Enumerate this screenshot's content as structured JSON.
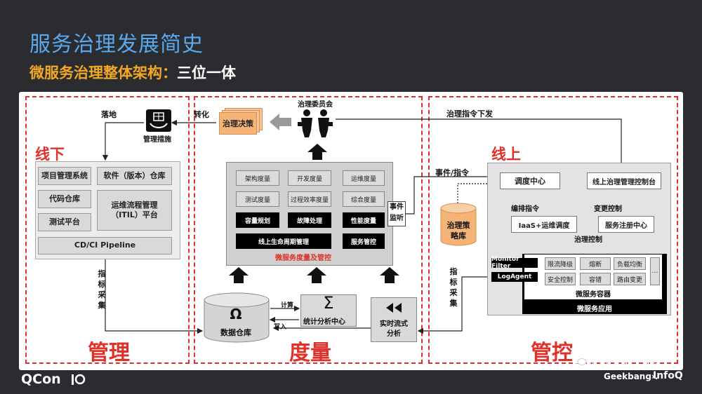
{
  "title": "服务治理发展简史",
  "subtitle_main": "微服务治理整体架构：",
  "subtitle_tail": "三位一体",
  "offline": {
    "label": "线下",
    "landing": "落地",
    "mgmt_measures": "管理措施",
    "items": [
      "项目管理系统",
      "软件（版本）仓库",
      "代码仓库",
      "运维流程管理（ITIL）平台",
      "测试平台",
      "CD/CI  Pipeline"
    ],
    "metric_collect": "指标采集",
    "bottom_label": "管理"
  },
  "middle": {
    "convert": "转化",
    "decision": "治理决策",
    "committee": "治理委员会",
    "grid_row1": [
      "架构度量",
      "开发度量",
      "运维度量"
    ],
    "grid_row2": [
      "测试度量",
      "过程效率度量",
      "综合度量"
    ],
    "grid_row3": [
      "容量规划",
      "故障处理",
      "性能度量"
    ],
    "lifecycle": "线上生命周期管理",
    "service_ctrl": "服务管控",
    "caption": "微服务度量及管控",
    "event_monitor": "事件监听",
    "datastore": "数据仓库",
    "omega": "Ω",
    "stats_center": "统计分析中心",
    "sigma": "Σ",
    "compute": "计算",
    "write": "写入",
    "realtime": "实时流式分析",
    "bottom_label": "度量"
  },
  "online": {
    "label": "线上",
    "cmd_dispatch": "治理指令下发",
    "event_cmd": "事件/指令",
    "policy_db": "治理策略库",
    "scheduler": "调度中心",
    "console": "线上治理管理控制台",
    "orchestrate": "编排指令",
    "change_ctrl": "变更控制",
    "iaas": "IaaS+运维调度",
    "registry": "服务注册中心",
    "gov_ctrl": "治理控制",
    "monitor_filter": "Monitor Filter",
    "logagent": "LogAgent",
    "cells_row1": [
      "限流降级",
      "熔断",
      "负载均衡"
    ],
    "cells_row2": [
      "安全控制",
      "容错",
      "路由变更"
    ],
    "ellipsis": "…",
    "container": "微服务容器",
    "app": "微服务应用",
    "metric_collect": "指标采集",
    "bottom_label": "管控"
  },
  "footer": {
    "qcon": "QCon",
    "wechat": "码码的土狼",
    "geek": "Geekbang›.",
    "infoq": "InfoQ"
  }
}
